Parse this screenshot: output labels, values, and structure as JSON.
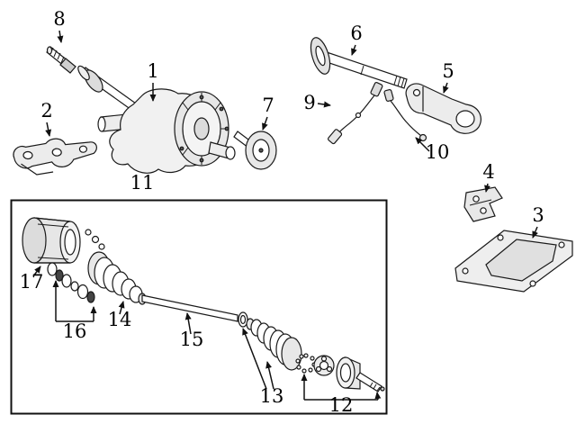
{
  "diagram": {
    "kind": "exploded-parts-diagram",
    "background": "#ffffff",
    "line_color": "#1a1a1a",
    "box_border_color": "#111111",
    "callouts": [
      {
        "label": "1"
      },
      {
        "label": "2"
      },
      {
        "label": "3"
      },
      {
        "label": "4"
      },
      {
        "label": "5"
      },
      {
        "label": "6"
      },
      {
        "label": "7"
      },
      {
        "label": "8"
      },
      {
        "label": "9"
      },
      {
        "label": "10"
      },
      {
        "label": "11"
      },
      {
        "label": "12"
      },
      {
        "label": "13"
      },
      {
        "label": "14"
      },
      {
        "label": "15"
      },
      {
        "label": "16"
      },
      {
        "label": "17"
      }
    ]
  }
}
